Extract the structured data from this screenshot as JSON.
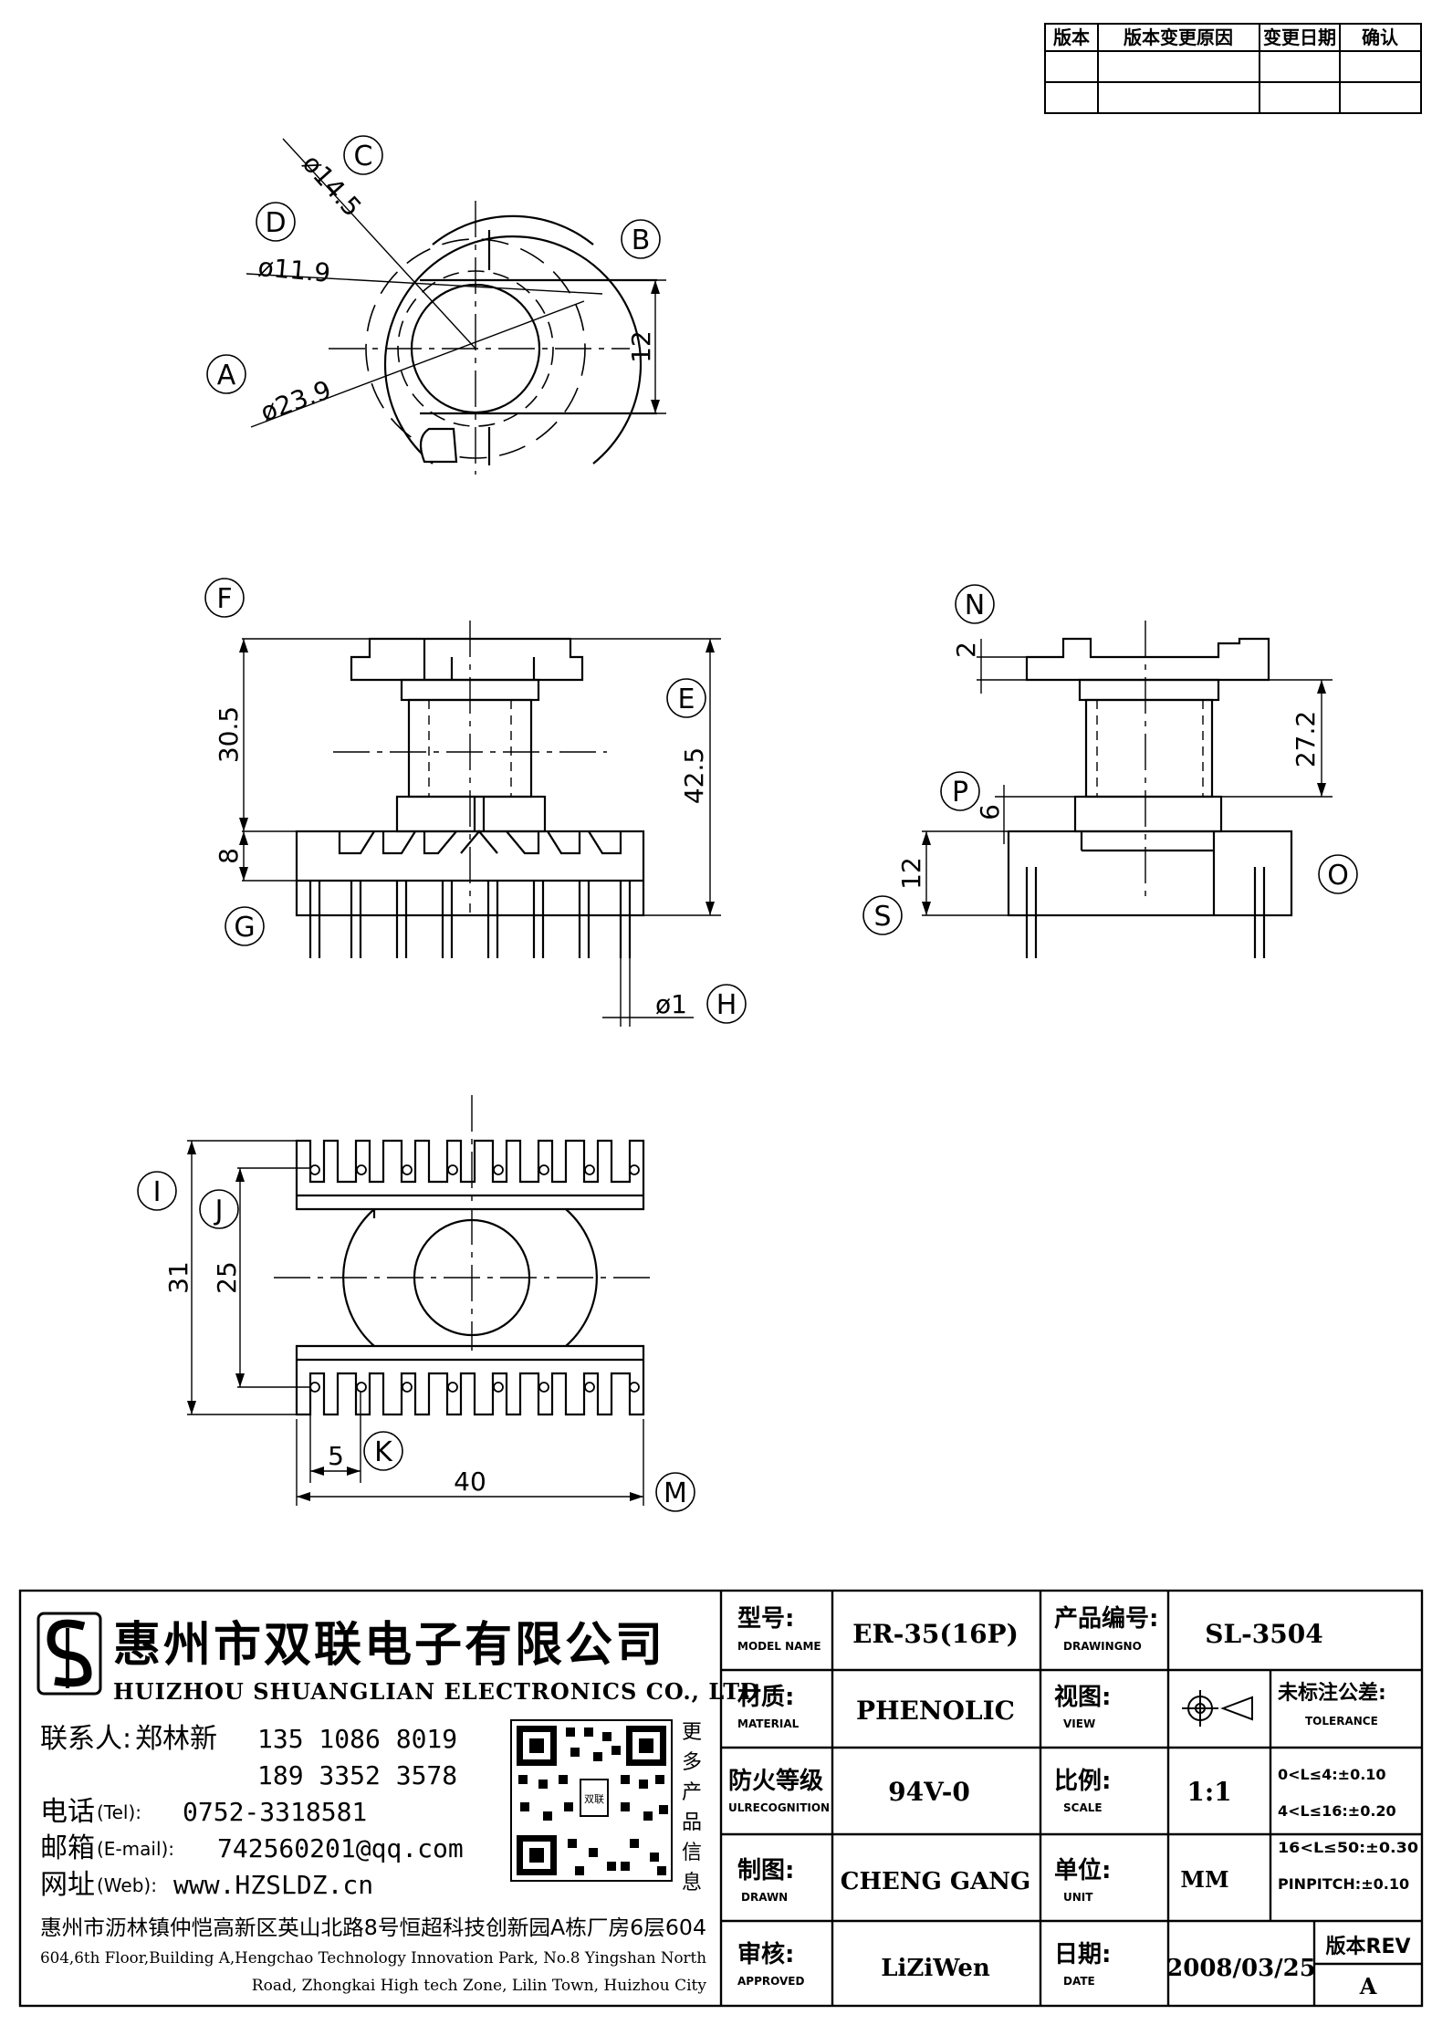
{
  "revision_table": {
    "headers": [
      "版本",
      "版本变更原因",
      "变更日期",
      "确认"
    ]
  },
  "top_view": {
    "labels": {
      "A": "A",
      "B": "B",
      "C": "C",
      "D": "D"
    },
    "dims": {
      "d145": "ø14.5",
      "d119": "ø11.9",
      "d239": "ø23.9",
      "h12": "12"
    }
  },
  "front_view": {
    "labels": {
      "F": "F",
      "E": "E",
      "G": "G",
      "H": "H"
    },
    "dims": {
      "d305": "30.5",
      "d425": "42.5",
      "d8": "8",
      "d1": "ø1"
    }
  },
  "side_view": {
    "labels": {
      "N": "N",
      "P": "P",
      "O": "O",
      "S": "S"
    },
    "dims": {
      "d2": "2",
      "d272": "27.2",
      "d6": "6",
      "d12": "12"
    }
  },
  "bottom_view": {
    "labels": {
      "I": "I",
      "J": "J",
      "K": "K",
      "M": "M"
    },
    "dims": {
      "d31": "31",
      "d25": "25",
      "d5": "5",
      "d40": "40"
    }
  },
  "company": {
    "name_cn": "惠州市双联电子有限公司",
    "name_en": "HUIZHOU SHUANGLIAN ELECTRONICS CO., LTD",
    "contact_label": "联系人:",
    "contact_name": "郑林新",
    "phone1": "135 1086 8019",
    "phone2": "189 3352 3578",
    "tel_label": "电话",
    "tel_sub": "(Tel):",
    "tel": "0752-3318581",
    "email_label": "邮箱",
    "email_sub": "(E-mail):",
    "email": "742560201@qq.com",
    "web_label": "网址",
    "web_sub": "(Web):",
    "web": "www.HZSLDZ.cn",
    "more_info": [
      "更",
      "多",
      "产",
      "品",
      "信",
      "息"
    ],
    "address_cn": "惠州市沥林镇仲恺高新区英山北路8号恒超科技创新园A栋厂房6层604",
    "address_en1": "604,6th Floor,Building A,Hengchao Technology Innovation Park, No.8 Yingshan North",
    "address_en2": "Road, Zhongkai High tech Zone, Lilin Town, Huizhou City"
  },
  "title_block": {
    "model_label": "型号:",
    "model_sub": "MODEL NAME",
    "model": "ER-35(16P)",
    "drawingno_label": "产品编号:",
    "drawingno_sub": "DRAWINGNO",
    "drawingno": "SL-3504",
    "material_label": "材质:",
    "material_sub": "MATERIAL",
    "material": "PHENOLIC",
    "view_label": "视图:",
    "view_sub": "VIEW",
    "tolerance_label": "未标注公差:",
    "tolerance_sub": "TOLERANCE",
    "tolerances": [
      "0<L≤4:±0.10",
      "4<L≤16:±0.20",
      "16<L≤50:±0.30",
      "PINPITCH:±0.10"
    ],
    "fire_label": "防火等级",
    "fire_sub": "ULRECOGNITION",
    "fire": "94V-0",
    "scale_label": "比例:",
    "scale_sub": "SCALE",
    "scale": "1:1",
    "drawn_label": "制图:",
    "drawn_sub": "DRAWN",
    "drawn": "CHENG GANG",
    "unit_label": "单位:",
    "unit_sub": "UNIT",
    "unit": "MM",
    "approved_label": "审核:",
    "approved_sub": "APPROVED",
    "approved": "LiZiWen",
    "date_label": "日期:",
    "date_sub": "DATE",
    "date": "2008/03/25",
    "rev_label": "版本REV",
    "rev": "A"
  }
}
